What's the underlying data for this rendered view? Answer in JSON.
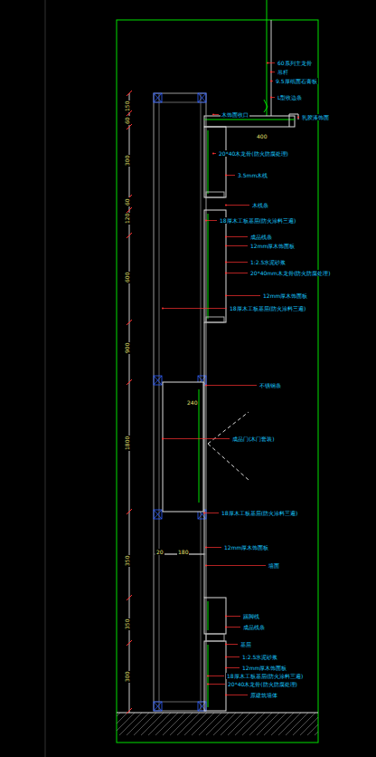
{
  "diagram": {
    "labels": [
      "60系列主龙骨",
      "吊杆",
      "9.5厚纸面石膏板",
      "L型收边条",
      "乳胶漆饰面",
      "木饰面收口",
      "400",
      "20*40木龙骨(防火防腐处理)",
      "3.5mm木线",
      "木线条",
      "18厚木工板基层(防火涂料三遍)",
      "成品线条",
      "12mm厚木饰面板",
      "1:2.5水泥砂浆",
      "20*40mm木龙骨(防火防腐处理)",
      "12mm厚木饰面板",
      "18厚木工板基层(防火涂料三遍)",
      "不锈钢条",
      "240",
      "成品门(木门套装)",
      "18厚木工板基层(防火涂料三遍)",
      "12mm厚木饰面板",
      "墙面",
      "踢脚线",
      "成品线条",
      "基层",
      "1:2.5水泥砂浆",
      "12mm厚木饰面板",
      "18厚木工板基层(防火涂料三遍)",
      "20*40木龙骨(防火防腐处理)",
      "原建筑墙体",
      "150",
      "60",
      "300",
      "60",
      "120",
      "600",
      "900",
      "1800",
      "350",
      "350",
      "300",
      "20",
      "180"
    ]
  }
}
